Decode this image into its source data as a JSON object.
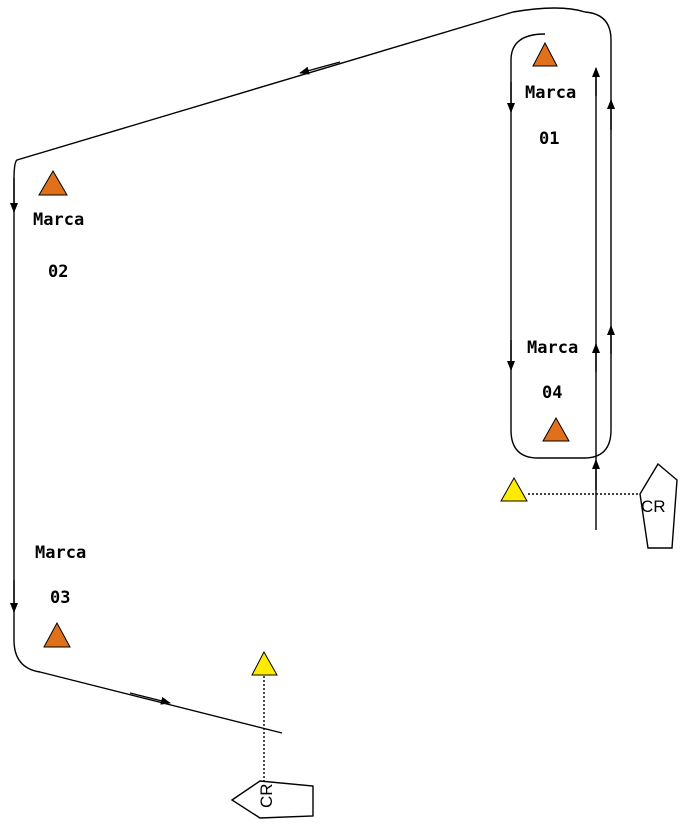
{
  "marks": [
    {
      "id": "mark-01",
      "word": "Marca",
      "num": "01"
    },
    {
      "id": "mark-02",
      "word": "Marca",
      "num": "02"
    },
    {
      "id": "mark-03",
      "word": "Marca",
      "num": "03"
    },
    {
      "id": "mark-04",
      "word": "Marca",
      "num": "04"
    }
  ],
  "committee_boats": {
    "finish": {
      "label": "CR"
    },
    "start": {
      "label": "CR"
    }
  },
  "colors": {
    "course_mark": "#e0701a",
    "pin_buoy": "#ffeb00",
    "line": "#000000"
  }
}
